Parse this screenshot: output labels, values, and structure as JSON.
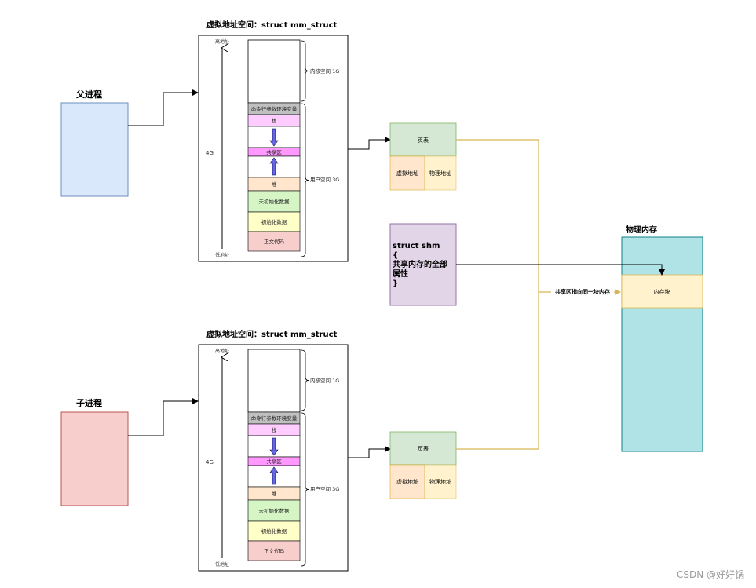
{
  "parent": {
    "label": "父进程",
    "color": "#dae8fc",
    "border": "#6c8ebf"
  },
  "child": {
    "label": "子进程",
    "color": "#f8cecc",
    "border": "#b85450"
  },
  "vspace": {
    "title": "虚拟地址空间：struct mm_struct",
    "high_addr": "高地址",
    "low_addr": "低地址",
    "size": "4G",
    "kernel_label": "内核空间 1G",
    "user_label": "用户空间 3G",
    "segments": [
      {
        "name": "cmdline-env",
        "text": "命令行参数环境变量",
        "color": "#c0c0c0"
      },
      {
        "name": "stack",
        "text": "栈",
        "color": "#ffccff"
      },
      {
        "name": "stack-gap",
        "text": "",
        "color": "#ffffff"
      },
      {
        "name": "shared",
        "text": "共享区",
        "color": "#ff99ff"
      },
      {
        "name": "heap-gap",
        "text": "",
        "color": "#ffffff"
      },
      {
        "name": "heap",
        "text": "堆",
        "color": "#ffe6cc"
      },
      {
        "name": "uninit-data",
        "text": "未初始化数据",
        "color": "#d5f5c5"
      },
      {
        "name": "init-data",
        "text": "初始化数据",
        "color": "#ffffc8"
      },
      {
        "name": "text-code",
        "text": "正文代码",
        "color": "#f8cecc"
      }
    ]
  },
  "page_table": {
    "title": "页表",
    "virtual": "虚拟地址",
    "physical": "物理地址",
    "header_color": "#d5e8d4",
    "cell_color": "#ffe6cc",
    "cell2_color": "#fff2cc"
  },
  "shm": {
    "lines": [
      "struct shm",
      "{",
      "共享内存的全部",
      "属性",
      "}"
    ],
    "color": "#e1d5e7",
    "border": "#9673a6"
  },
  "shared_note": "共享区指向同一块内存",
  "phys_mem": {
    "title": "物理内存",
    "block": "内存块",
    "color": "#b0e3e6",
    "border": "#0e8088",
    "block_color": "#fff2cc"
  },
  "line_color": "#d6b656",
  "watermark": "CSDN @好好锅"
}
